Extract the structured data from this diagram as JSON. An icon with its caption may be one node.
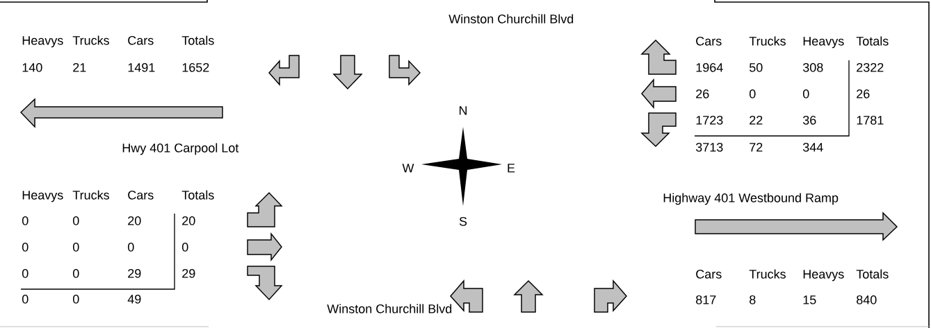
{
  "diagram": {
    "labels": [
      "Winston Churchill Blvd",
      "Heavys",
      "Trucks",
      "Cars",
      "Totals",
      "140",
      "21",
      "1491",
      "1652",
      "Hwy 401 Carpool Lot",
      "N",
      "W",
      "E",
      "S",
      "Cars",
      "Trucks",
      "Heavys",
      "Totals",
      "1964",
      "50",
      "308",
      "2322",
      "26",
      "0",
      "0",
      "26",
      "1723",
      "22",
      "36",
      "1781",
      "3713",
      "72",
      "344",
      "Heavys",
      "Trucks",
      "Cars",
      "Totals",
      "0",
      "0",
      "20",
      "20",
      "0",
      "0",
      "0",
      "0",
      "0",
      "0",
      "29",
      "29",
      "0",
      "0",
      "49",
      "Highway 401 Westbound Ramp",
      "Cars",
      "Trucks",
      "Heavys",
      "Totals",
      "817",
      "8",
      "15",
      "840",
      "Winston Churchill Blvd"
    ]
  }
}
